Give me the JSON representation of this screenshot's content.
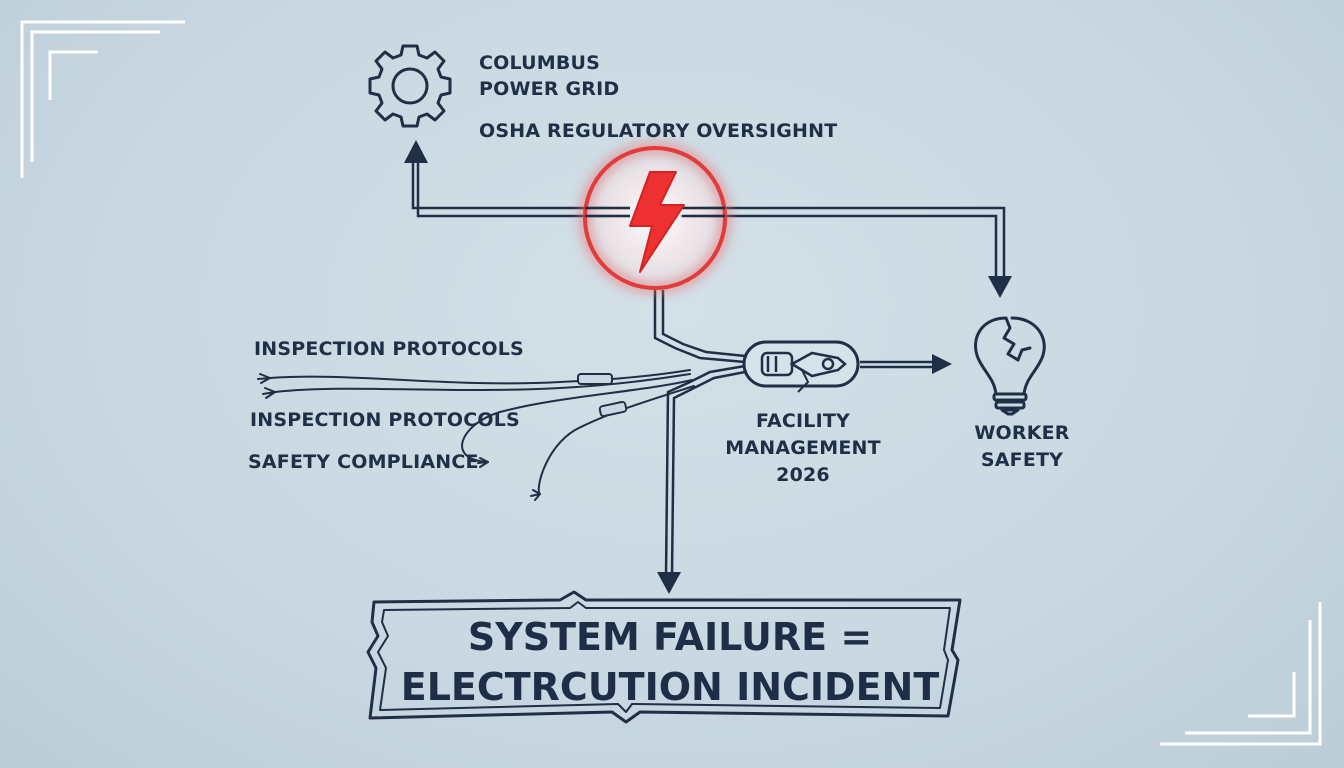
{
  "labels": {
    "grid_line1": "COLUMBUS",
    "grid_line2": "POWER GRID",
    "osha": "OSHA REGULATORY OVERSIGHNT",
    "inspection_1": "INSPECTION PROTOCOLS",
    "inspection_2": "INSPECTION PROTOCOLS",
    "safety_compliance": "SAFETY COMPLIANCE",
    "facility_line1": "FACILITY",
    "facility_line2": "MANAGEMENT",
    "facility_line3": "2026",
    "worker_line1": "WORKER",
    "worker_line2": "SAFETY",
    "headline_line1": "SYSTEM FAILURE =",
    "headline_line2": "ELECTRCUTION INCIDENT"
  },
  "icons": [
    "gear-icon",
    "lightning-bolt-icon",
    "broken-lightbulb-icon",
    "circuit-breaker-icon",
    "frayed-wires-icon"
  ],
  "colors": {
    "ink": "#1f2f45",
    "alert_red": "#e33a3a",
    "background": "#c8d7e1",
    "frame_white": "#ffffff"
  }
}
